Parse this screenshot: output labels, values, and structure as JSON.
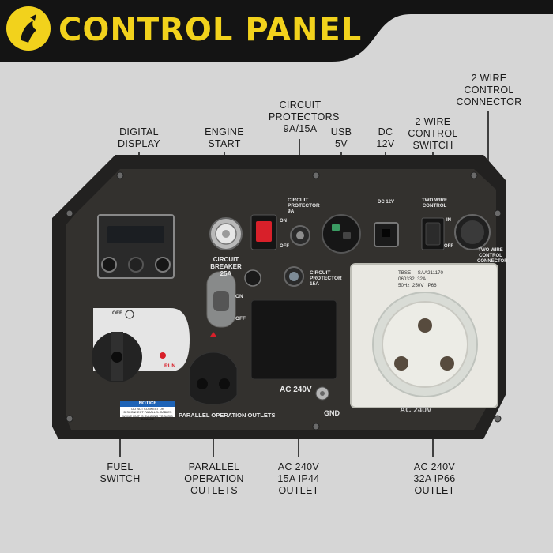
{
  "header": {
    "title": "CONTROL PANEL",
    "logo_icon": "brand-logo-icon"
  },
  "colors": {
    "header_bg": "#141414",
    "accent": "#f2d21c",
    "background": "#d6d6d6",
    "panel": "#2d2c2a",
    "outlet_housing": "#e9e8e2",
    "breaker_red": "#d8202a",
    "switch_knob": "#2a2a2a"
  },
  "callouts": {
    "digital_display": [
      "DIGITAL",
      "DISPLAY"
    ],
    "engine_start": [
      "ENGINE",
      "START"
    ],
    "circuit_protectors": [
      "CIRCUIT",
      "PROTECTORS",
      "9A/15A"
    ],
    "usb": [
      "USB",
      "5V"
    ],
    "dc": [
      "DC",
      "12V"
    ],
    "two_wire_switch": [
      "2 WIRE",
      "CONTROL",
      "SWITCH"
    ],
    "two_wire_connector": [
      "2 WIRE",
      "CONTROL",
      "CONNECTOR"
    ],
    "fuel_switch": [
      "FUEL",
      "SWITCH"
    ],
    "parallel_outlets": [
      "PARALLEL",
      "OPERATION",
      "OUTLETS"
    ],
    "ac_15a": [
      "AC 240V",
      "15A IP44",
      "OUTLET"
    ],
    "ac_32a": [
      "AC 240V",
      "32A IP66",
      "OUTLET"
    ]
  },
  "panel_labels": {
    "circuit_breaker": [
      "CIRCUIT",
      "BREAKER",
      "25A"
    ],
    "circuit_protector_9": [
      "CIRCUIT",
      "PROTECTOR",
      "9A"
    ],
    "circuit_protector_15": [
      "CIRCUIT",
      "PROTECTOR",
      "15A"
    ],
    "on": "ON",
    "off": "OFF",
    "dc_12v": "DC 12V",
    "two_wire": "TWO WIRE",
    "control": "CONTROL",
    "on_short": "IN",
    "off_short": "OFF",
    "two_wire_control_connector": [
      "TWO WIRE",
      "CONTROL",
      "CONNECTOR"
    ],
    "fuel_off": "OFF",
    "fuel_run": "RUN",
    "parallel_operation_outlets": "PARALLEL OPERATION OUTLETS",
    "ac_240v_small": "AC 240V",
    "ac_240v_big": "AC 240V",
    "gnd": "GND",
    "choke_on": "ON",
    "choke_off": "OFF"
  },
  "notice": {
    "title": "NOTICE",
    "text": "DO NOT CONNECT OR DISCONNECT PARALLEL CABLES WHILE UNIT IS RUNNING TO AVOID DAMAGE"
  },
  "tbse_label": {
    "brand": "TBSE",
    "model": "SAA211170",
    "code": "060332",
    "current": "32A",
    "freq": "50Hz",
    "voltage": "250V",
    "rating": "IP66"
  }
}
